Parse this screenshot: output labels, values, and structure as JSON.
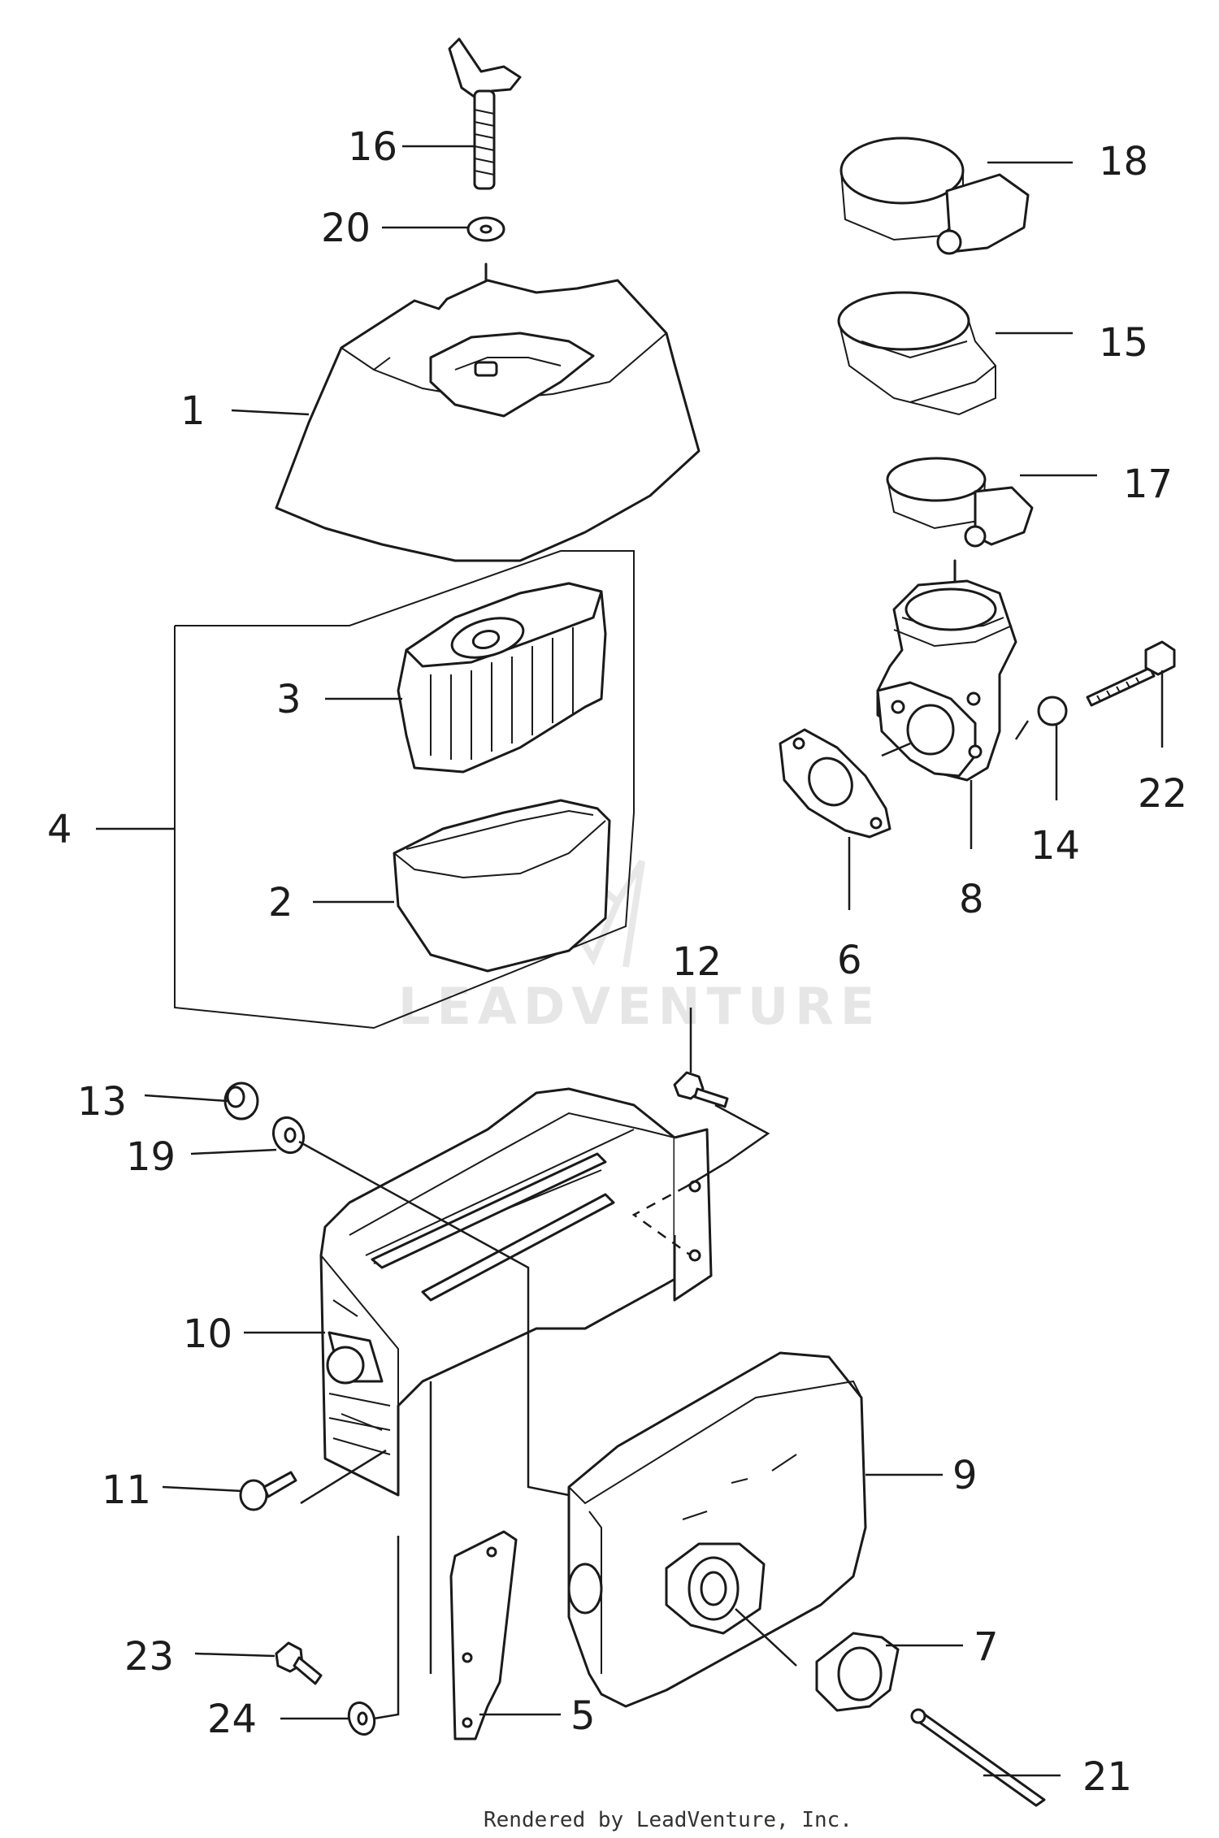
{
  "diagram": {
    "labels": [
      "16",
      "20",
      "1",
      "3",
      "4",
      "2",
      "18",
      "15",
      "17",
      "22",
      "14",
      "8",
      "6",
      "12",
      "13",
      "19",
      "10",
      "9",
      "11",
      "7",
      "23",
      "24",
      "5",
      "21"
    ],
    "watermark": "LEADVENTURE",
    "footer": "Rendered by LeadVenture, Inc."
  }
}
